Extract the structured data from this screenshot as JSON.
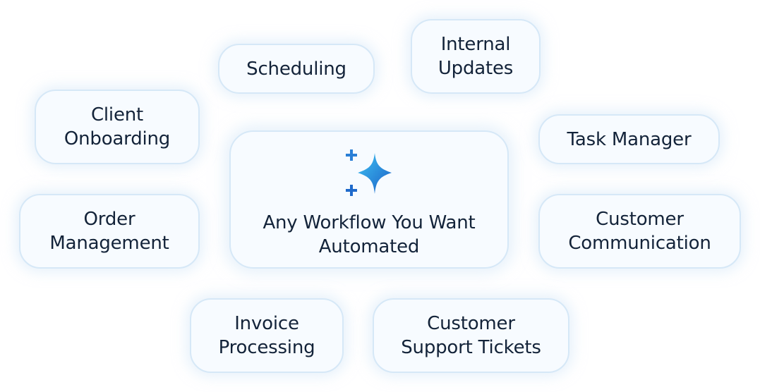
{
  "center": {
    "icon": "sparkle-icon",
    "label": "Any Workflow You Want\nAutomated"
  },
  "workflows": {
    "scheduling": "Scheduling",
    "internal_updates": "Internal\nUpdates",
    "client_onboarding": "Client\nOnboarding",
    "task_manager": "Task Manager",
    "order_management": "Order\nManagement",
    "customer_communication": "Customer\nCommunication",
    "invoice_processing": "Invoice\nProcessing",
    "customer_support_tickets": "Customer\nSupport Tickets"
  },
  "colors": {
    "text": "#132339",
    "pill_bg": "#f7fbff",
    "pill_border": "#d6e8f7",
    "icon_light": "#39b8f0",
    "icon_dark": "#1a5fc4"
  }
}
